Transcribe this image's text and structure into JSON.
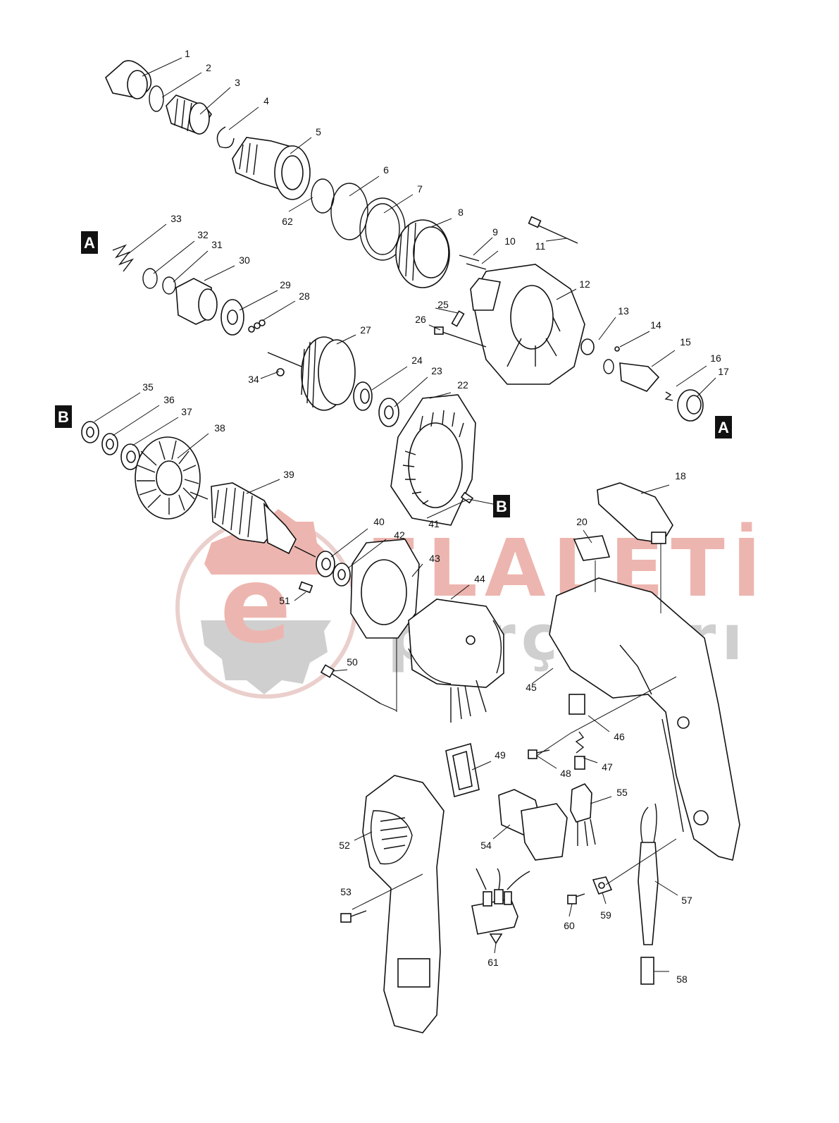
{
  "diagram": {
    "part_numbers": [
      "1",
      "2",
      "3",
      "4",
      "5",
      "6",
      "7",
      "8",
      "9",
      "10",
      "11",
      "12",
      "13",
      "14",
      "15",
      "16",
      "17",
      "18",
      "20",
      "22",
      "23",
      "24",
      "25",
      "26",
      "27",
      "28",
      "29",
      "30",
      "31",
      "32",
      "33",
      "34",
      "35",
      "36",
      "37",
      "38",
      "39",
      "40",
      "41",
      "42",
      "43",
      "44",
      "45",
      "46",
      "47",
      "48",
      "49",
      "50",
      "51",
      "52",
      "53",
      "54",
      "55",
      "57",
      "58",
      "59",
      "60",
      "61",
      "62"
    ],
    "markers": [
      "A",
      "A",
      "B",
      "B"
    ]
  },
  "watermark": {
    "brand": "ELALETİ",
    "sub": "parçaları",
    "logo_letter": "e",
    "colors": {
      "primary": "#e07a6e",
      "secondary": "#a9a9a9"
    }
  }
}
